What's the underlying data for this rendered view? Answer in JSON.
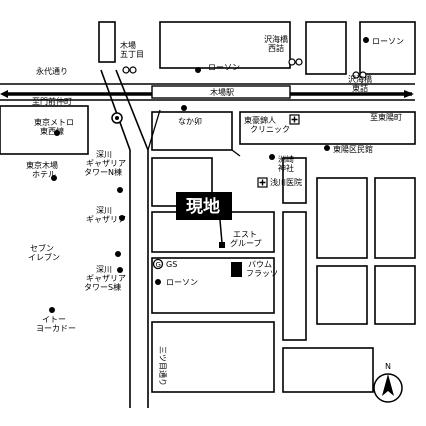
{
  "labels": {
    "kiba_5": [
      "木場",
      "五丁目"
    ],
    "eitai_dori": "永代通り",
    "shiomon_nakacho": "至門前仲町",
    "kiba_station": "木場駅",
    "lawson_top": "ローソン",
    "okibashi_nishi": [
      "沢海橋",
      "西詰"
    ],
    "okibashi_higashi": [
      "沢海橋",
      "東詰"
    ],
    "lawson_right": "ローソン",
    "tokyo_metro": [
      "東京メトロ",
      "東西線"
    ],
    "nakau": "なか卯",
    "toyo_clinic": [
      "東豪錦人",
      "クリニック"
    ],
    "shitoyocho": "至東陽町",
    "toyo_ward_office": "東陽区民館",
    "suzaki_shrine": [
      "洲崎",
      "神社"
    ],
    "asakawa_clinic": "浅川医院",
    "tokyo_kiba_hotel": [
      "東京木場",
      "ホテル"
    ],
    "galleria_n": [
      "深川",
      "ギャザリア",
      "タワーN棟"
    ],
    "galleria": [
      "深川",
      "ギャザリア"
    ],
    "seven_eleven": [
      "セブン",
      "イレブン"
    ],
    "galleria_s": [
      "深川",
      "ギャザリア",
      "タワーS棟"
    ],
    "ito_yokado": [
      "イトー",
      "ヨーカドー"
    ],
    "here": "現地",
    "est_group": [
      "エスト",
      "グループ"
    ],
    "gs": "GS",
    "lawson_bottom": "ローソン",
    "baum_flats": [
      "バウム",
      "フラッツ"
    ],
    "mitsume_dori": "三ツ目通り",
    "north": "N"
  },
  "icons": [
    "metro-icon",
    "hospital-icon",
    "shrine-icon",
    "poi-dot-icon",
    "gas-station-icon",
    "traffic-signal-icon",
    "north-arrow-icon"
  ]
}
